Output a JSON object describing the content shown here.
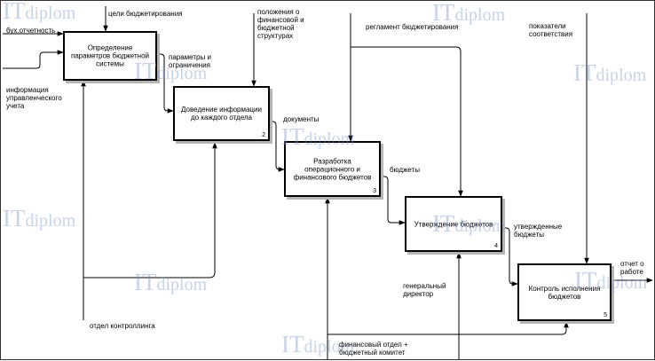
{
  "colors": {
    "line": "#000000",
    "shadow": "#b5b5b5",
    "watermark": "#7896c8"
  },
  "watermark": {
    "prefix": "IT",
    "suffix": "diplom"
  },
  "boxes": [
    {
      "label": "Определение параметров бюджетной системы",
      "number": ""
    },
    {
      "label": "Доведение информации до каждого отдела",
      "number": "2"
    },
    {
      "label": "Разработка операционного и финансового бюджетов",
      "number": "3"
    },
    {
      "label": "Утверждение бюджетов",
      "number": "4"
    },
    {
      "label": "Контроль исполнения бюджетов",
      "number": "5"
    }
  ],
  "arrows": {
    "buh": "бух.отчетность",
    "tseli": "цели бюджетирования",
    "info": "информация\nуправленческого\nучета",
    "params": "параметры и\nограничения",
    "polozh": "положения о\nфинансовой и\nбюджетной\nструктурах",
    "reglament": "регламент бюджетирования",
    "pokaz": "показатели\nсоответствия",
    "docs": "документы",
    "budgets": "бюджеты",
    "approved": "утвержденные\nбюджеты",
    "report": "отчет о\nработе",
    "gendir": "генеральный\nдиректор",
    "otdel": "отдел контроллинга",
    "finotdel": "финансовый отдел +\nбюджетный комитет"
  }
}
